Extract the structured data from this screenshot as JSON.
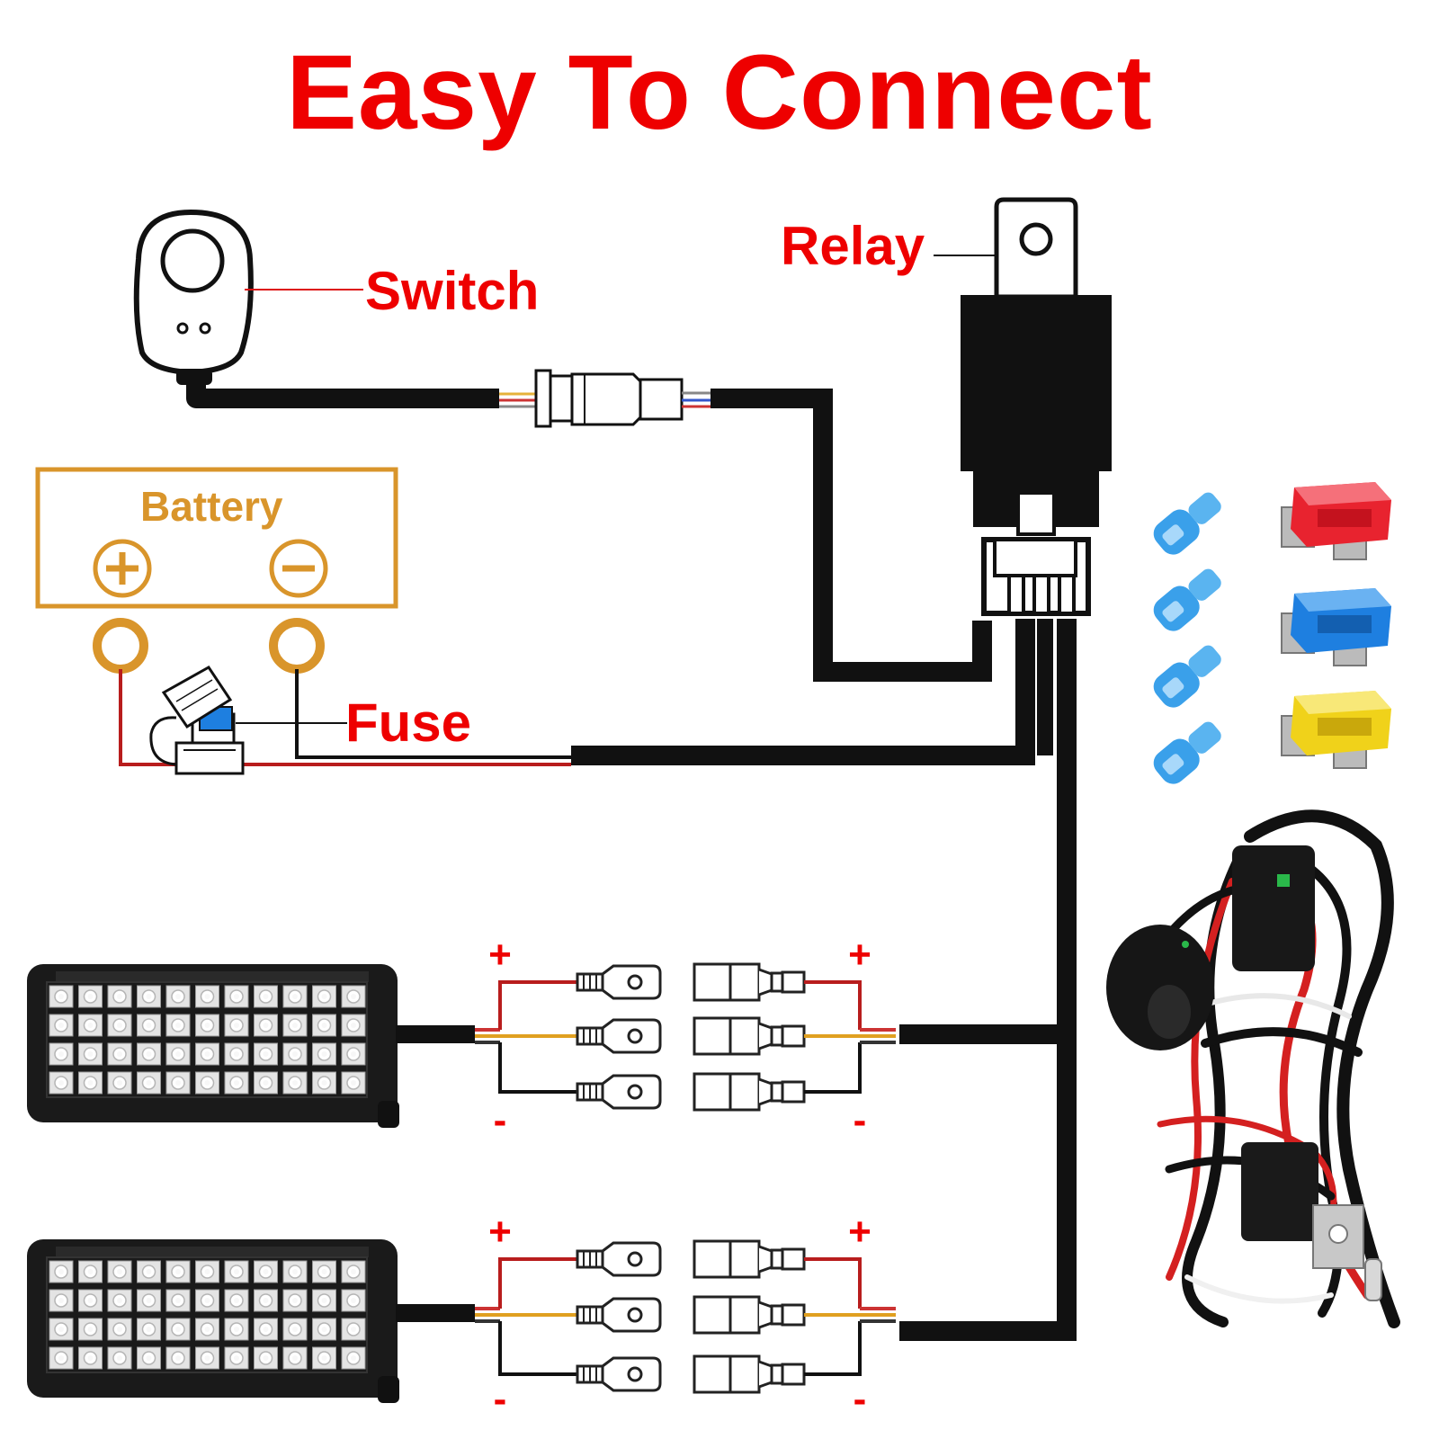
{
  "title": "Easy To Connect",
  "labels": {
    "switch": "Switch",
    "relay": "Relay",
    "battery": "Battery",
    "fuse": "Fuse"
  },
  "terminal_signs": {
    "positive": "+",
    "negative": "-",
    "battery_positive": "+",
    "battery_negative": "−"
  },
  "colors": {
    "title": "#ee0000",
    "label": "#ee0000",
    "battery": "#d9952b",
    "wire": "#111111",
    "wire_red": "#b81d1d",
    "wire_yellow": "#e0a020",
    "fuse_red": "#e8232f",
    "fuse_blue": "#1e7fe0",
    "fuse_yellow": "#f0d21a",
    "connector_blue": "#3aa0ea"
  },
  "accessories": {
    "connectors": [
      "blue-terminal-connector",
      "blue-terminal-connector",
      "blue-terminal-connector",
      "blue-terminal-connector"
    ],
    "fuses": [
      "red-fuse",
      "blue-fuse",
      "yellow-fuse"
    ]
  }
}
